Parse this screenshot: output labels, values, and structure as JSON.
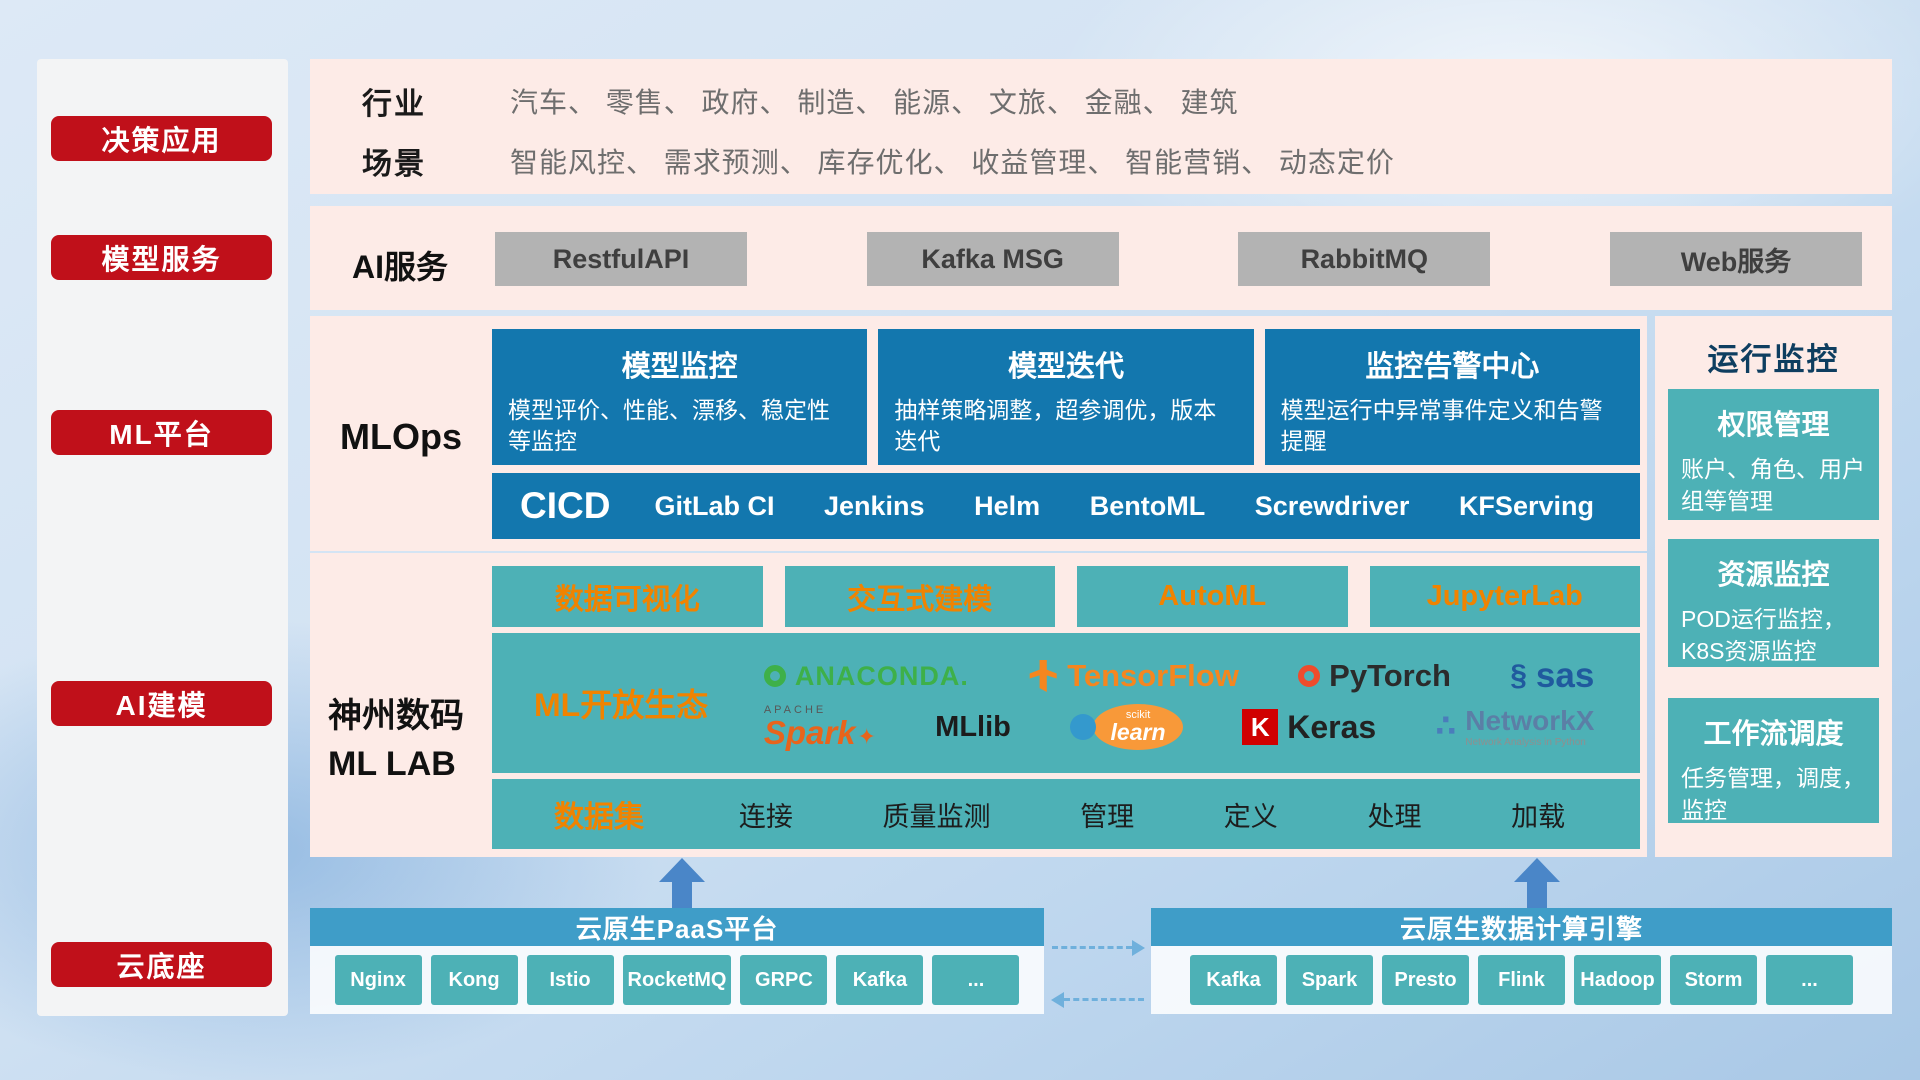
{
  "colors": {
    "accent_red": "#c0101a",
    "panel_pink": "#fdebe7",
    "primary_blue": "#1377ae",
    "teal": "#4db1b6",
    "orange_text": "#f08300",
    "cloud_header_blue": "#3f9dc8",
    "gray_button": "#b3b3b3"
  },
  "sidebar": {
    "items": [
      {
        "label": "决策应用"
      },
      {
        "label": "模型服务"
      },
      {
        "label": "ML平台"
      },
      {
        "label": "AI建模"
      },
      {
        "label": "云底座"
      }
    ]
  },
  "industry": {
    "rows": [
      {
        "label": "行业",
        "text": "汽车、 零售、 政府、 制造、 能源、 文旅、 金融、 建筑"
      },
      {
        "label": "场景",
        "text": "智能风控、 需求预测、 库存优化、 收益管理、 智能营销、 动态定价"
      }
    ]
  },
  "ai_service": {
    "label": "AI服务",
    "buttons": [
      "RestfulAPI",
      "Kafka MSG",
      "RabbitMQ",
      "Web服务"
    ]
  },
  "mlops": {
    "label": "MLOps",
    "boxes": [
      {
        "title": "模型监控",
        "desc": "模型评价、性能、漂移、稳定性等监控"
      },
      {
        "title": "模型迭代",
        "desc": "抽样策略调整，超参调优，版本迭代"
      },
      {
        "title": "监控告警中心",
        "desc": "模型运行中异常事件定义和告警提醒"
      }
    ],
    "cicd": {
      "title": "CICD",
      "items": [
        "GitLab CI",
        "Jenkins",
        "Helm",
        "BentoML",
        "Screwdriver",
        "KFServing"
      ]
    }
  },
  "mllab": {
    "title_line1": "神州数码",
    "title_line2": "ML LAB",
    "buttons": [
      "数据可视化",
      "交互式建模",
      "AutoML",
      "JupyterLab"
    ],
    "ecosystem": {
      "title": "ML开放生态",
      "anaconda": "ANACONDA.",
      "tensorflow": "TensorFlow",
      "pytorch": "PyTorch",
      "sas": "sas",
      "spark_apache": "APACHE",
      "spark": "Spark",
      "mllib": "MLlib",
      "scikit": "scikit",
      "learn": "learn",
      "keras_initial": "K",
      "keras": "Keras",
      "networkx": "NetworkX",
      "networkx_sub": "Network Analysis in Python"
    },
    "dataset": {
      "title": "数据集",
      "items": [
        "连接",
        "质量监测",
        "管理",
        "定义",
        "处理",
        "加载"
      ]
    }
  },
  "monitoring": {
    "title": "运行监控",
    "boxes": [
      {
        "title": "权限管理",
        "desc": "账户、角色、用户组等管理"
      },
      {
        "title": "资源监控",
        "desc": "POD运行监控，K8S资源监控"
      },
      {
        "title": "工作流调度",
        "desc": "任务管理，调度，监控"
      }
    ]
  },
  "cloud": {
    "paas": {
      "title": "云原生PaaS平台",
      "items": [
        "Nginx",
        "Kong",
        "Istio",
        "RocketMQ",
        "GRPC",
        "Kafka",
        "..."
      ]
    },
    "engine": {
      "title": "云原生数据计算引擎",
      "items": [
        "Kafka",
        "Spark",
        "Presto",
        "Flink",
        "Hadoop",
        "Storm",
        "..."
      ]
    }
  }
}
